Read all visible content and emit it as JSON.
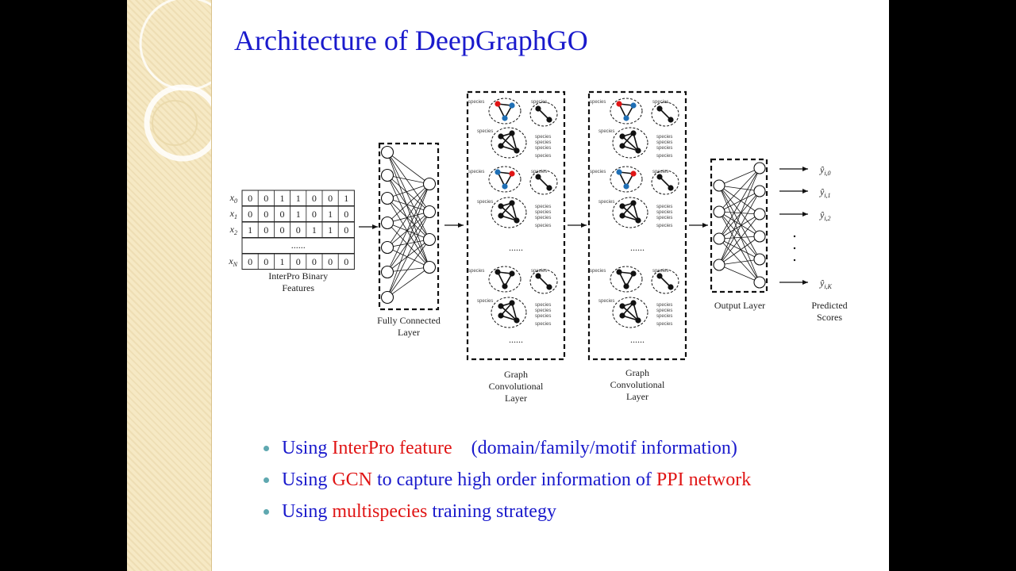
{
  "title": "Architecture of DeepGraphGO",
  "diagram": {
    "row_labels": [
      "x0",
      "x1",
      "x2",
      "xN"
    ],
    "matrix": [
      [
        "0",
        "0",
        "1",
        "1",
        "0",
        "0",
        "1"
      ],
      [
        "0",
        "0",
        "0",
        "1",
        "0",
        "1",
        "0"
      ],
      [
        "1",
        "0",
        "0",
        "0",
        "1",
        "1",
        "0"
      ],
      [
        "0",
        "0",
        "1",
        "0",
        "0",
        "0",
        "0"
      ]
    ],
    "ellipsis": "......",
    "input_label": [
      "InterPro Binary",
      "Features"
    ],
    "fc_label": [
      "Fully Connected",
      "Layer"
    ],
    "gcn1_label": [
      "Graph",
      "Convolutional",
      "Layer"
    ],
    "gcn2_label": [
      "Graph",
      "Convolutional",
      "Layer"
    ],
    "output_label": "Output Layer",
    "predicted_label": [
      "Predicted",
      "Scores"
    ],
    "outputs": [
      "ŷi,0",
      "ŷi,1",
      "ŷi,2",
      "ŷi,K"
    ],
    "species_tag": "species"
  },
  "bullets": [
    {
      "before": "Using ",
      "highlight": "InterPro feature",
      "after": "　(domain/family/motif information)"
    },
    {
      "before": "Using ",
      "highlight": "GCN",
      "after": " to capture high order information of ",
      "highlight2": "PPI network"
    },
    {
      "before": "Using ",
      "highlight": "multispecies",
      "after": " training strategy"
    }
  ],
  "colors": {
    "title": "#1a1acc",
    "highlight": "#e01515",
    "bullet_dot": "#5fa8b0",
    "stripe": "#f6e9c4",
    "node_red": "#e01515",
    "node_blue": "#1f6fb5"
  }
}
